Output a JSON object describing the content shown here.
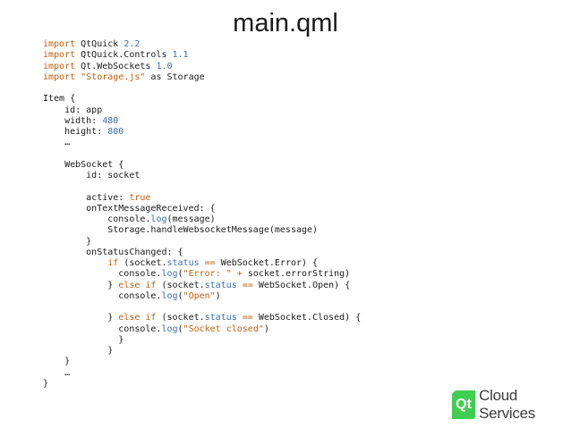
{
  "slide": {
    "title": "main.qml"
  },
  "code": {
    "lines": [
      [
        {
          "t": "kw",
          "v": "import"
        },
        {
          "t": "",
          "v": " QtQuick "
        },
        {
          "t": "num",
          "v": "2.2"
        }
      ],
      [
        {
          "t": "kw",
          "v": "import"
        },
        {
          "t": "",
          "v": " QtQuick.Controls "
        },
        {
          "t": "num",
          "v": "1.1"
        }
      ],
      [
        {
          "t": "kw",
          "v": "import"
        },
        {
          "t": "",
          "v": " Qt.WebSockets "
        },
        {
          "t": "num",
          "v": "1.0"
        }
      ],
      [
        {
          "t": "kw",
          "v": "import"
        },
        {
          "t": "",
          "v": " "
        },
        {
          "t": "str",
          "v": "\"Storage.js\""
        },
        {
          "t": "",
          "v": " as Storage"
        }
      ],
      [],
      [
        {
          "t": "",
          "v": "Item {"
        }
      ],
      [
        {
          "t": "",
          "v": "    id: app"
        }
      ],
      [
        {
          "t": "",
          "v": "    width: "
        },
        {
          "t": "num",
          "v": "480"
        }
      ],
      [
        {
          "t": "",
          "v": "    height: "
        },
        {
          "t": "num",
          "v": "800"
        }
      ],
      [
        {
          "t": "",
          "v": "    …"
        }
      ],
      [],
      [
        {
          "t": "",
          "v": "    WebSocket {"
        }
      ],
      [
        {
          "t": "",
          "v": "        id: socket"
        }
      ],
      [],
      [
        {
          "t": "",
          "v": "        active: "
        },
        {
          "t": "kw",
          "v": "true"
        }
      ],
      [
        {
          "t": "",
          "v": "        onTextMessageReceived: {"
        }
      ],
      [
        {
          "t": "",
          "v": "            console."
        },
        {
          "t": "fn",
          "v": "log"
        },
        {
          "t": "",
          "v": "(message)"
        }
      ],
      [
        {
          "t": "",
          "v": "            Storage.handleWebsocketMessage(message)"
        }
      ],
      [
        {
          "t": "",
          "v": "        }"
        }
      ],
      [
        {
          "t": "",
          "v": "        onStatusChanged: {"
        }
      ],
      [
        {
          "t": "",
          "v": "            "
        },
        {
          "t": "kw",
          "v": "if"
        },
        {
          "t": "",
          "v": " (socket."
        },
        {
          "t": "fn",
          "v": "status"
        },
        {
          "t": "",
          "v": " "
        },
        {
          "t": "op",
          "v": "=="
        },
        {
          "t": "",
          "v": " WebSocket.Error) {"
        }
      ],
      [
        {
          "t": "",
          "v": "              console."
        },
        {
          "t": "fn",
          "v": "log"
        },
        {
          "t": "",
          "v": "("
        },
        {
          "t": "str",
          "v": "\"Error: \""
        },
        {
          "t": "",
          "v": " "
        },
        {
          "t": "op",
          "v": "+"
        },
        {
          "t": "",
          "v": " socket.errorString)"
        }
      ],
      [
        {
          "t": "",
          "v": "            } "
        },
        {
          "t": "kw",
          "v": "else if"
        },
        {
          "t": "",
          "v": " (socket."
        },
        {
          "t": "fn",
          "v": "status"
        },
        {
          "t": "",
          "v": " "
        },
        {
          "t": "op",
          "v": "=="
        },
        {
          "t": "",
          "v": " WebSocket.Open) {"
        }
      ],
      [
        {
          "t": "",
          "v": "              console."
        },
        {
          "t": "fn",
          "v": "log"
        },
        {
          "t": "",
          "v": "("
        },
        {
          "t": "str",
          "v": "\"Open\""
        },
        {
          "t": "",
          "v": ")"
        }
      ],
      [],
      [
        {
          "t": "",
          "v": "            } "
        },
        {
          "t": "kw",
          "v": "else if"
        },
        {
          "t": "",
          "v": " (socket."
        },
        {
          "t": "fn",
          "v": "status"
        },
        {
          "t": "",
          "v": " "
        },
        {
          "t": "op",
          "v": "=="
        },
        {
          "t": "",
          "v": " WebSocket.Closed) {"
        }
      ],
      [
        {
          "t": "",
          "v": "              console."
        },
        {
          "t": "fn",
          "v": "log"
        },
        {
          "t": "",
          "v": "("
        },
        {
          "t": "str",
          "v": "\"Socket closed\""
        },
        {
          "t": "",
          "v": ")"
        }
      ],
      [
        {
          "t": "",
          "v": "              }"
        }
      ],
      [
        {
          "t": "",
          "v": "            }"
        }
      ],
      [
        {
          "t": "",
          "v": "    }"
        }
      ],
      [
        {
          "t": "",
          "v": "    …"
        }
      ],
      [
        {
          "t": "",
          "v": "}"
        }
      ]
    ]
  },
  "logo": {
    "badge_text": "Qt",
    "text": "Cloud Services",
    "icon": "qt-logo-icon",
    "color": "#41cd52"
  }
}
